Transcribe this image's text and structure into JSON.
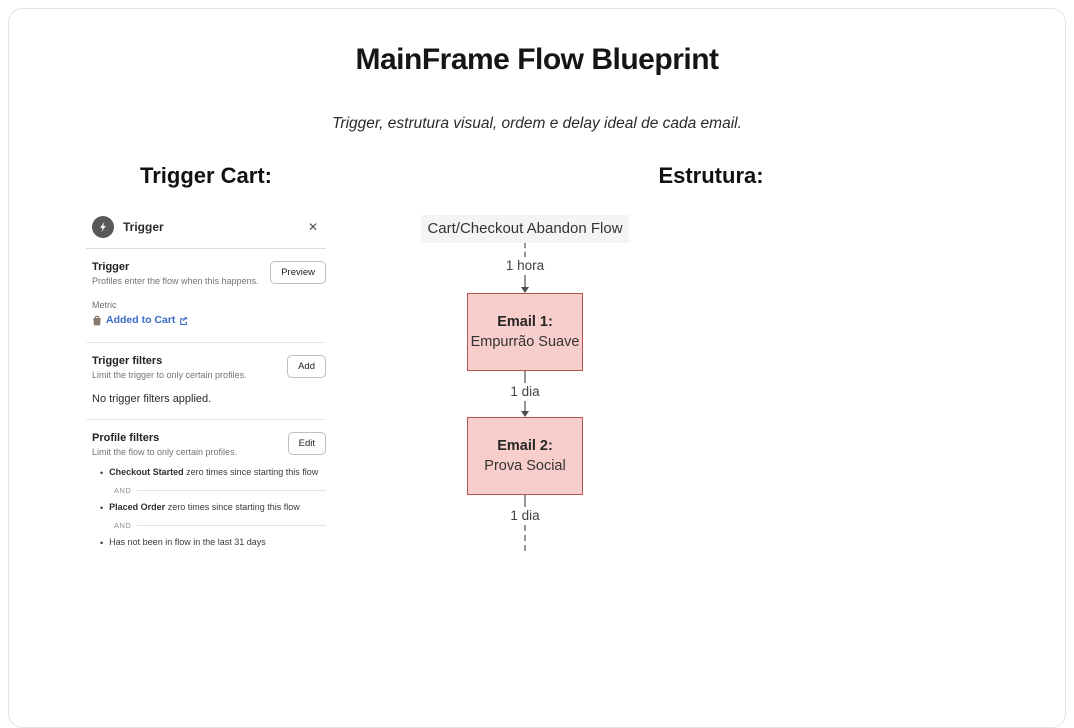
{
  "page": {
    "title": "MainFrame Flow Blueprint",
    "subtitle": "Trigger, estrutura visual, ordem e delay ideal de cada email."
  },
  "columns": {
    "left_heading": "Trigger Cart:",
    "right_heading": "Estrutura:"
  },
  "trigger_panel": {
    "header": {
      "title": "Trigger"
    },
    "trigger_section": {
      "heading": "Trigger",
      "description": "Profiles enter the flow when this happens.",
      "button_label": "Preview",
      "metric_label": "Metric",
      "metric_link": "Added to Cart"
    },
    "trigger_filters": {
      "heading": "Trigger filters",
      "description": "Limit the trigger to only certain profiles.",
      "button_label": "Add",
      "empty_text": "No trigger filters applied."
    },
    "profile_filters": {
      "heading": "Profile filters",
      "description": "Limit the flow to only certain profiles.",
      "button_label": "Edit",
      "and_label": "AND",
      "filters": [
        {
          "bold": "Checkout Started",
          "rest": " zero times since starting this flow"
        },
        {
          "bold": "Placed Order",
          "rest": " zero times since starting this flow"
        },
        {
          "bold": "",
          "rest": "Has not been in flow in the last 31 days"
        }
      ]
    }
  },
  "diagram": {
    "title": "Cart/Checkout Abandon Flow",
    "steps": [
      {
        "delay": "1 hora",
        "email_bold": "Email 1:",
        "email_label": "Empurrão Suave"
      },
      {
        "delay": "1 dia",
        "email_bold": "Email 2:",
        "email_label": "Prova Social"
      },
      {
        "delay": "1 dia"
      }
    ],
    "colors": {
      "box_fill": "#f8cecc",
      "box_stroke": "#b85450",
      "node_fill": "#f4f4f4"
    }
  },
  "icons": {
    "close": "✕",
    "bullet": "•"
  },
  "accent": {
    "link_blue": "#3a6bc9"
  }
}
